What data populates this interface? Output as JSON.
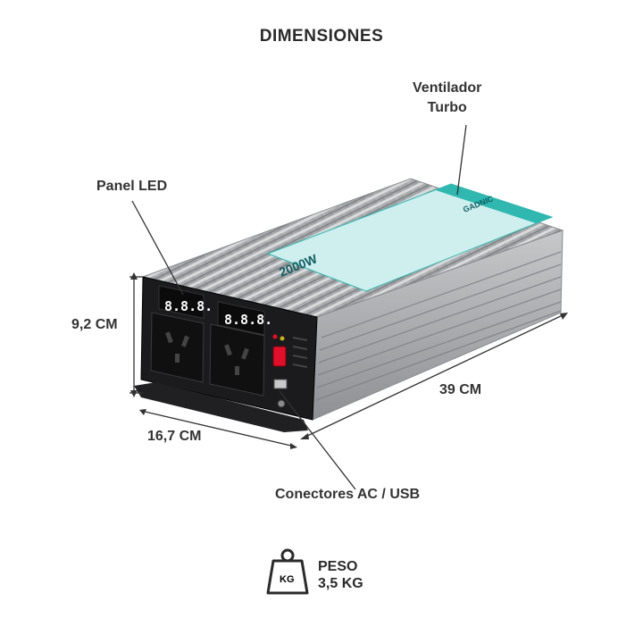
{
  "title": "DIMENSIONES",
  "labels": {
    "ventilador_line1": "Ventilador",
    "ventilador_line2": "Turbo",
    "panel_led": "Panel LED",
    "height": "9,2 CM",
    "length": "39 CM",
    "width": "16,7 CM",
    "connectors": "Conectores AC / USB"
  },
  "weight": {
    "label": "PESO",
    "value": "3,5 KG",
    "icon": "weight-kg-icon",
    "icon_text": "KG"
  },
  "device": {
    "display_left": "8.8.8.",
    "display_right": "8.8.8.",
    "brand": "GADNIC",
    "model": "2000W"
  },
  "colors": {
    "accent_label": "#2fb7b0",
    "switch": "#e0102a",
    "body": "#a9abad"
  }
}
